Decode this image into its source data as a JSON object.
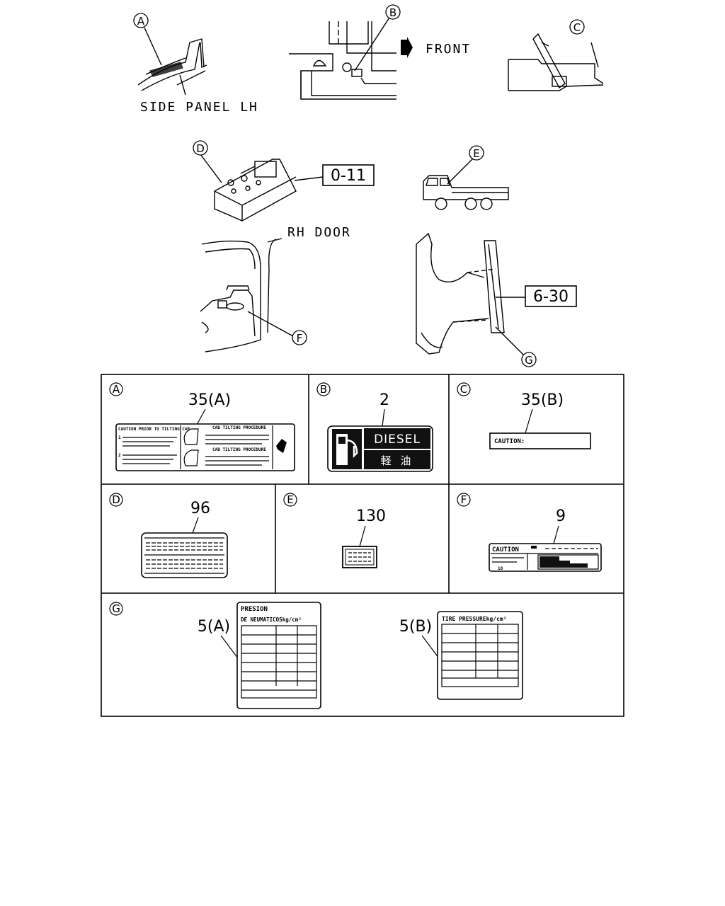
{
  "callouts": {
    "a": "A",
    "b": "B",
    "c": "C",
    "d": "D",
    "e": "E",
    "f": "F",
    "g": "G"
  },
  "location_labels": {
    "side_panel": "SIDE PANEL LH",
    "front": "FRONT",
    "rh_door": "RH DOOR"
  },
  "references": {
    "ref_d": "0-11",
    "ref_g": "6-30"
  },
  "parts": {
    "a": "35(A)",
    "b": "2",
    "c": "35(B)",
    "d": "96",
    "e": "130",
    "f": "9",
    "g1": "5(A)",
    "g2": "5(B)"
  },
  "decal_text": {
    "a_title": "CAUTION PRIOR TO TILTING CAB",
    "a_proc1": "CAB TILTING PROCEDURE",
    "a_proc2": "CAB TILTING PROCEDURE",
    "a_n1": "1",
    "a_n2": "2",
    "b_top": "DIESEL",
    "b_bottom": "軽 油",
    "c_text": "CAUTION:",
    "f_text": "CAUTION",
    "f_num": "10",
    "g1_line1": "PRESION",
    "g1_line2": "DE NEUMATICOSkg/cm²",
    "g2_line1": "TIRE PRESSUREkg/cm²"
  }
}
